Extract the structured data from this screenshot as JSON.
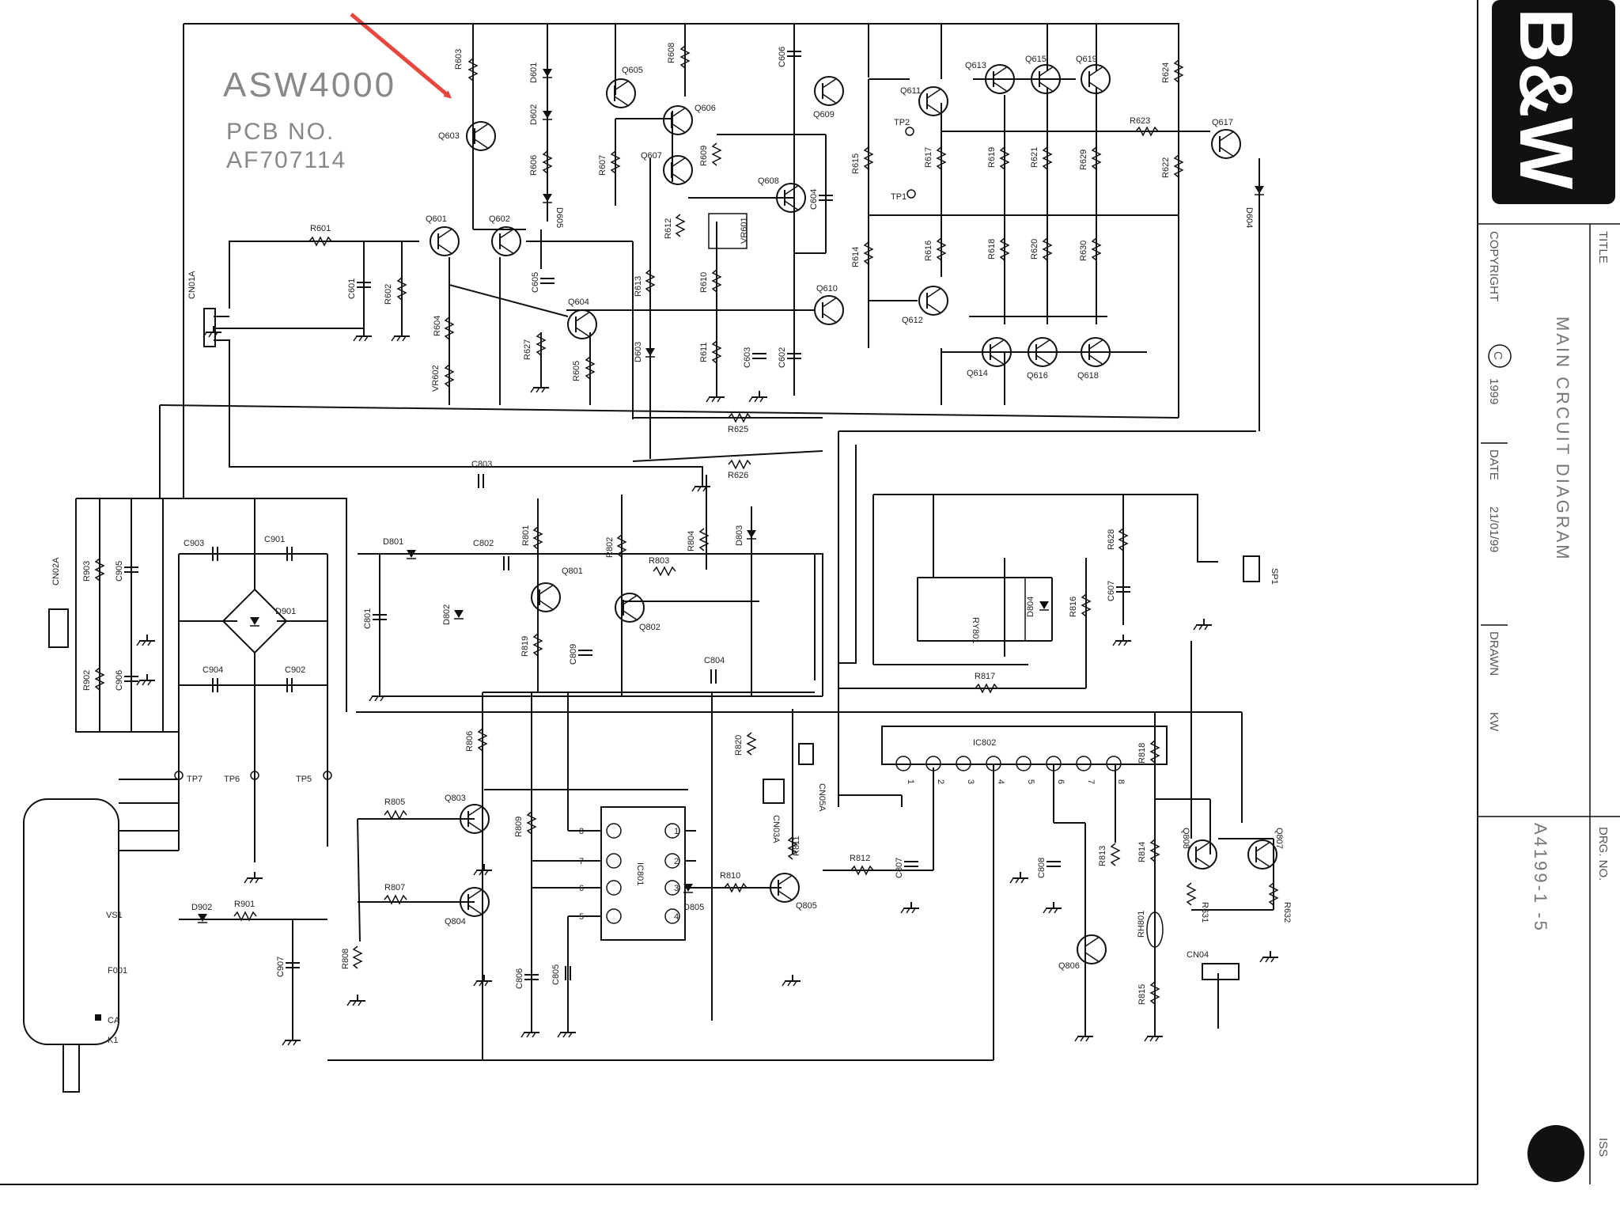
{
  "model": "ASW4000",
  "pcb_line1": "PCB NO.",
  "pcb_line2": "AF707114",
  "title_block": {
    "title_caption": "TITLE",
    "title": "MAIN CRCUIT DIAGRAM",
    "copyright": "COPYRIGHT",
    "copyright_symbol": "C",
    "year": "1999",
    "date_label": "DATE",
    "date_value": "21/01/99",
    "drawn_label": "DRAWN",
    "drawn_value": "KW",
    "drg_label": "DRG. NO.",
    "drg_number": "A4199-1 -5",
    "iss_label": "ISS",
    "logo_text": "B&W"
  },
  "arrow_color": "#e8473f",
  "transistors": [
    {
      "id": "Q601"
    },
    {
      "id": "Q602"
    },
    {
      "id": "Q603"
    },
    {
      "id": "Q604"
    },
    {
      "id": "Q605"
    },
    {
      "id": "Q606"
    },
    {
      "id": "Q607"
    },
    {
      "id": "Q608"
    },
    {
      "id": "Q609"
    },
    {
      "id": "Q610"
    },
    {
      "id": "Q611"
    },
    {
      "id": "Q612"
    },
    {
      "id": "Q613"
    },
    {
      "id": "Q614"
    },
    {
      "id": "Q615"
    },
    {
      "id": "Q616"
    },
    {
      "id": "Q617"
    },
    {
      "id": "Q618"
    },
    {
      "id": "Q619"
    },
    {
      "id": "Q801"
    },
    {
      "id": "Q802"
    },
    {
      "id": "Q803"
    },
    {
      "id": "Q804"
    },
    {
      "id": "Q805"
    },
    {
      "id": "Q806"
    },
    {
      "id": "Q807"
    },
    {
      "id": "Q808"
    }
  ],
  "resistors": [
    {
      "id": "R601"
    },
    {
      "id": "R602"
    },
    {
      "id": "R603"
    },
    {
      "id": "R604"
    },
    {
      "id": "R605"
    },
    {
      "id": "R606"
    },
    {
      "id": "R607"
    },
    {
      "id": "R608"
    },
    {
      "id": "R609"
    },
    {
      "id": "R610"
    },
    {
      "id": "R611"
    },
    {
      "id": "R612"
    },
    {
      "id": "R613"
    },
    {
      "id": "R614"
    },
    {
      "id": "R615"
    },
    {
      "id": "R616"
    },
    {
      "id": "R617"
    },
    {
      "id": "R618"
    },
    {
      "id": "R619"
    },
    {
      "id": "R620"
    },
    {
      "id": "R621"
    },
    {
      "id": "R622"
    },
    {
      "id": "R623"
    },
    {
      "id": "R624"
    },
    {
      "id": "R625"
    },
    {
      "id": "R626"
    },
    {
      "id": "R627"
    },
    {
      "id": "R628"
    },
    {
      "id": "R629"
    },
    {
      "id": "R630"
    },
    {
      "id": "R631"
    },
    {
      "id": "R632"
    },
    {
      "id": "R801"
    },
    {
      "id": "R802"
    },
    {
      "id": "R803"
    },
    {
      "id": "R804"
    },
    {
      "id": "R805"
    },
    {
      "id": "R806"
    },
    {
      "id": "R807"
    },
    {
      "id": "R808"
    },
    {
      "id": "R809"
    },
    {
      "id": "R810"
    },
    {
      "id": "R811"
    },
    {
      "id": "R812"
    },
    {
      "id": "R813"
    },
    {
      "id": "R814"
    },
    {
      "id": "R815"
    },
    {
      "id": "R816"
    },
    {
      "id": "R817"
    },
    {
      "id": "R818"
    },
    {
      "id": "R819"
    },
    {
      "id": "R820"
    },
    {
      "id": "R901"
    },
    {
      "id": "R902"
    },
    {
      "id": "R903"
    },
    {
      "id": "VR601"
    },
    {
      "id": "VR602"
    },
    {
      "id": "RH801"
    }
  ],
  "capacitors": [
    {
      "id": "C601"
    },
    {
      "id": "C602"
    },
    {
      "id": "C603"
    },
    {
      "id": "C604"
    },
    {
      "id": "C605"
    },
    {
      "id": "C606"
    },
    {
      "id": "C607"
    },
    {
      "id": "C801"
    },
    {
      "id": "C802"
    },
    {
      "id": "C803"
    },
    {
      "id": "C804"
    },
    {
      "id": "C805"
    },
    {
      "id": "C806"
    },
    {
      "id": "C807"
    },
    {
      "id": "C808"
    },
    {
      "id": "C809"
    },
    {
      "id": "C901"
    },
    {
      "id": "C902"
    },
    {
      "id": "C903"
    },
    {
      "id": "C904"
    },
    {
      "id": "C905"
    },
    {
      "id": "C906"
    },
    {
      "id": "C907"
    }
  ],
  "diodes": [
    {
      "id": "D601"
    },
    {
      "id": "D602"
    },
    {
      "id": "D603"
    },
    {
      "id": "D604"
    },
    {
      "id": "D605"
    },
    {
      "id": "D801"
    },
    {
      "id": "D802"
    },
    {
      "id": "D803"
    },
    {
      "id": "D804"
    },
    {
      "id": "D805"
    },
    {
      "id": "D901"
    },
    {
      "id": "D902"
    }
  ],
  "connectors": [
    {
      "id": "CN01A"
    },
    {
      "id": "CN02A"
    },
    {
      "id": "CN03A"
    },
    {
      "id": "CN04"
    },
    {
      "id": "CN05A"
    },
    {
      "id": "SP1"
    }
  ],
  "test_points": [
    {
      "id": "TP1"
    },
    {
      "id": "TP2"
    },
    {
      "id": "TP5"
    },
    {
      "id": "TP6"
    },
    {
      "id": "TP7"
    }
  ],
  "misc_parts": [
    {
      "id": "RY801"
    },
    {
      "id": "IC801"
    },
    {
      "id": "IC802"
    },
    {
      "id": "F001"
    },
    {
      "id": "VS1"
    },
    {
      "id": "CA"
    },
    {
      "id": "K1"
    }
  ],
  "ic801_pins": [
    "1",
    "2",
    "3",
    "4",
    "5",
    "6",
    "7",
    "8"
  ],
  "ic802_pins": [
    "1",
    "2",
    "3",
    "4",
    "5",
    "6",
    "7",
    "8"
  ]
}
